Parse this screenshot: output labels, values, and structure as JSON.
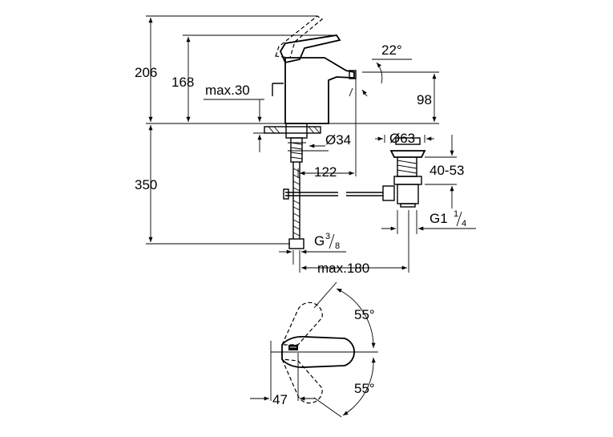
{
  "dimensions": {
    "d206": "206",
    "d168": "168",
    "max30": "max.30",
    "angle22": "22°",
    "d98": "98",
    "dia34": "Ø34",
    "dia63": "Ø63",
    "d122": "122",
    "range40_53": "40-53",
    "d350": "350",
    "g1_main": "G1",
    "g1_num": "1",
    "g1_den": "4",
    "g38_main": "G",
    "g38_num": "3",
    "g38_den": "8",
    "max180": "max.180",
    "angle55_top": "55°",
    "angle55_bottom": "55°",
    "d47": "47"
  }
}
